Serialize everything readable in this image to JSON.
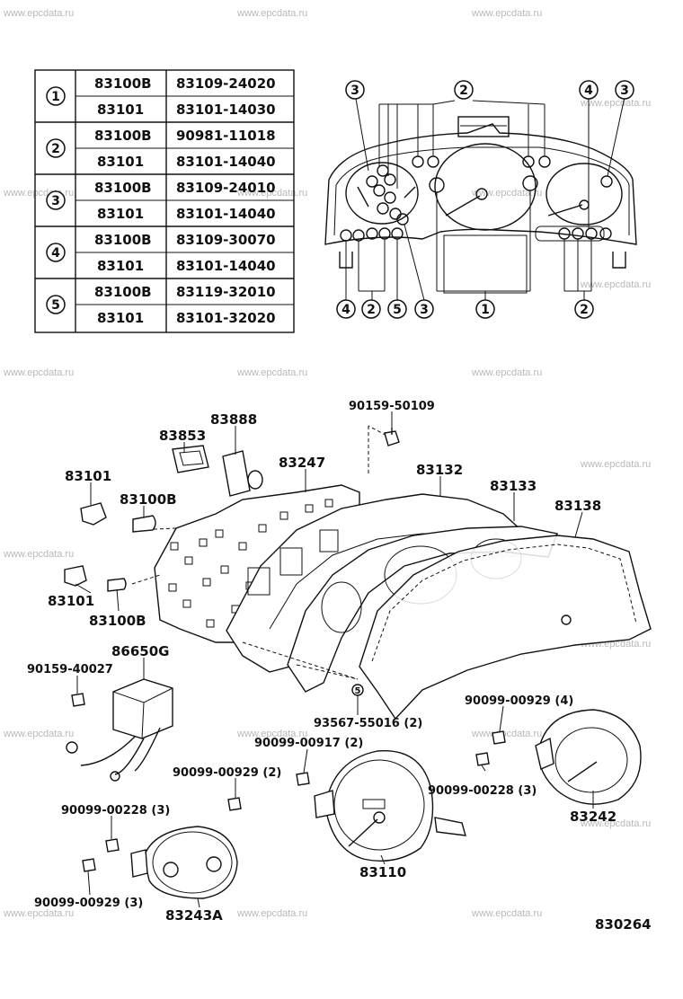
{
  "watermark": "www.epcdata.ru",
  "table": [
    {
      "key": "1",
      "rows": [
        [
          "83100B",
          "83109-24020"
        ],
        [
          "83101",
          "83101-14030"
        ]
      ]
    },
    {
      "key": "2",
      "rows": [
        [
          "83100B",
          "90981-11018"
        ],
        [
          "83101",
          "83101-14040"
        ]
      ]
    },
    {
      "key": "3",
      "rows": [
        [
          "83100B",
          "83109-24010"
        ],
        [
          "83101",
          "83101-14040"
        ]
      ]
    },
    {
      "key": "4",
      "rows": [
        [
          "83100B",
          "83109-30070"
        ],
        [
          "83101",
          "83101-14040"
        ]
      ]
    },
    {
      "key": "5",
      "rows": [
        [
          "83100B",
          "83119-32010"
        ],
        [
          "83101",
          "83101-32020"
        ]
      ]
    }
  ],
  "cluster_callouts": {
    "top": [
      "3",
      "2",
      "4",
      "3"
    ],
    "bottom": [
      "4",
      "2",
      "5",
      "3",
      "1",
      "2"
    ]
  },
  "labels": {
    "p83888": "83888",
    "p83853": "83853",
    "p83247": "83247",
    "p90159_50109": "90159-50109",
    "p83132": "83132",
    "p83133": "83133",
    "p83138": "83138",
    "p83101_a": "83101",
    "p83100B_a": "83100B",
    "p83101_b": "83101",
    "p83100B_b": "83100B",
    "p86650G": "86650G",
    "p90159_40027": "90159-40027",
    "p93567": "93567-55016 (2)",
    "p90099_00929_4": "90099-00929 (4)",
    "p90099_00917": "90099-00917 (2)",
    "p90099_00929_2": "90099-00929 (2)",
    "p90099_00228_3a": "90099-00228 (3)",
    "p90099_00228_3b": "90099-00228 (3)",
    "p90099_00929_3": "90099-00929 (3)",
    "p83242": "83242",
    "p83110": "83110",
    "p83243A": "83243A",
    "ref5": "5",
    "diagram_id": "830264"
  }
}
